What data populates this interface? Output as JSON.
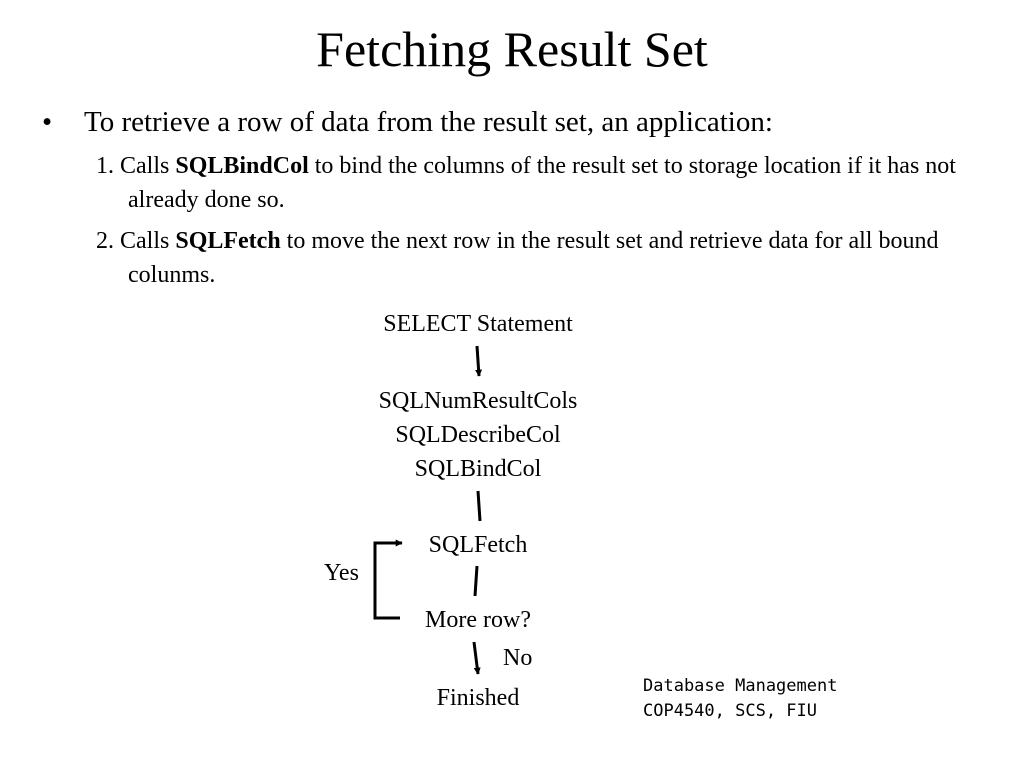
{
  "slide": {
    "title": "Fetching Result Set",
    "bullet": {
      "marker": "•",
      "text": "To retrieve a row of data from the result set, an application:"
    },
    "steps": [
      {
        "prefix": "1. Calls ",
        "keyword": "SQLBindCol",
        "suffix": " to bind the columns of the result set to storage location if it has not already done so."
      },
      {
        "prefix": "2. Calls ",
        "keyword": "SQLFetch",
        "suffix": " to move the next row in the result set and retrieve data for all bound colunms."
      }
    ]
  },
  "flowchart": {
    "start": "SELECT Statement",
    "calls": [
      "SQLNumResultCols",
      "SQLDescribeCol",
      "SQLBindCol"
    ],
    "fetch": "SQLFetch",
    "decision": "More row?",
    "yes_label": "Yes",
    "no_label": "No",
    "end": "Finished"
  },
  "footer": {
    "line1": "Database Management",
    "line2": "COP4540, SCS, FIU"
  }
}
